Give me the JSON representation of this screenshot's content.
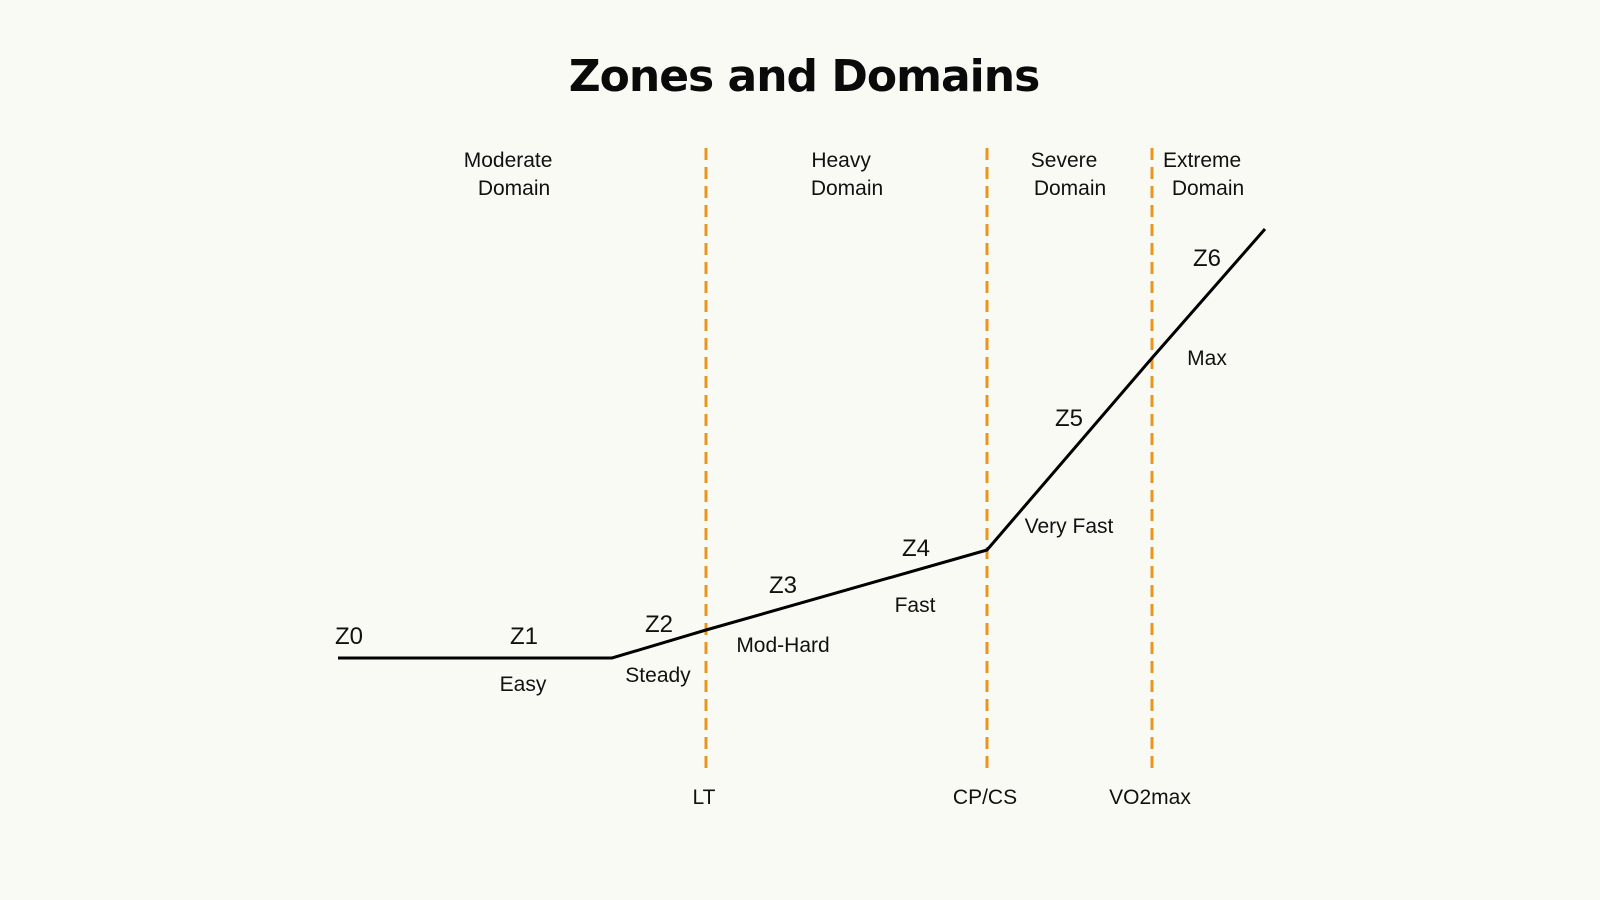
{
  "title": "Zones and Domains",
  "colors": {
    "background": "#fafaf5",
    "divider": "#e8961e",
    "curve": "#000000"
  },
  "domains": [
    {
      "line1": "Moderate",
      "line2": "Domain"
    },
    {
      "line1": "Heavy",
      "line2": "Domain"
    },
    {
      "line1": "Severe",
      "line2": "Domain"
    },
    {
      "line1": "Extreme",
      "line2": "Domain"
    }
  ],
  "thresholds": [
    "LT",
    "CP/CS",
    "VO2max"
  ],
  "zones": [
    "Z0",
    "Z1",
    "Z2",
    "Z3",
    "Z4",
    "Z5",
    "Z6"
  ],
  "efforts": [
    "Easy",
    "Steady",
    "Mod-Hard",
    "Fast",
    "Very Fast",
    "Max"
  ]
}
